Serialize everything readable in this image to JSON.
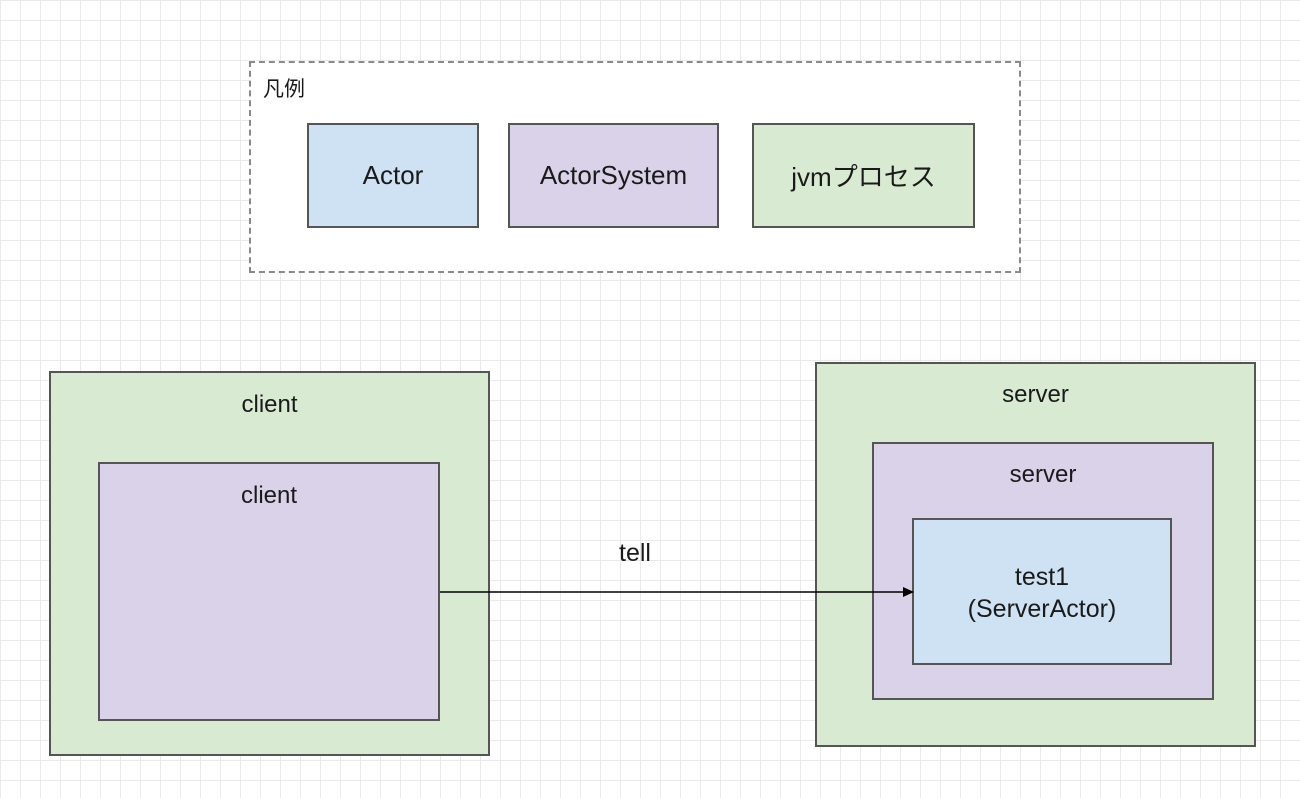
{
  "legend": {
    "title": "凡例",
    "actor": "Actor",
    "actor_system": "ActorSystem",
    "jvm_process": "jvmプロセス"
  },
  "client": {
    "process_label": "client",
    "system_label": "client"
  },
  "server": {
    "process_label": "server",
    "system_label": "server",
    "actor_name": "test1",
    "actor_class": "(ServerActor)"
  },
  "message": {
    "label": "tell"
  },
  "colors": {
    "actor": "#cfe2f3",
    "actor_system": "#d9d2e9",
    "jvm_process": "#d9ead3"
  }
}
